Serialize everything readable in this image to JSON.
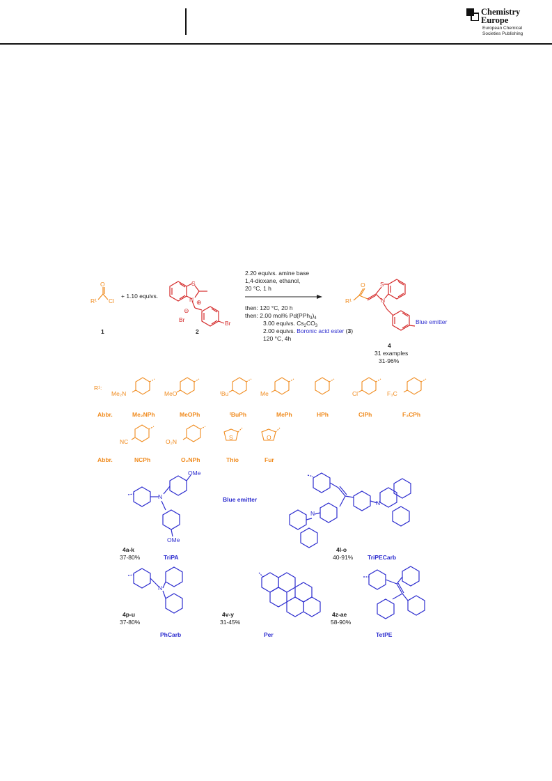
{
  "header": {
    "logo": {
      "name_line1": "Chemistry",
      "name_line2": "Europe",
      "subtitle_line1": "European Chemical",
      "subtitle_line2": "Societies Publishing"
    }
  },
  "scheme": {
    "reagent_1": {
      "label": "1",
      "r_label": "R¹",
      "o": "O",
      "cl": "Cl"
    },
    "plus_text": "+ 1.10 equivs.",
    "reagent_2": {
      "label": "2",
      "s": "S",
      "n": "N",
      "br_counter": "Br",
      "br_sub": "Br",
      "minus": "⊖",
      "plus": "⊕"
    },
    "conditions": {
      "line1": "2.20 equivs. amine base",
      "line2": "1,4-dioxane, ethanol,",
      "line3": "20 °C, 1 h",
      "line4": "then: 120 °C, 20 h",
      "line5_prefix": "then: 2.00 mol% Pd(PPh",
      "line5_sub3": "3",
      "line5_close": ")",
      "line5_sub4": "4",
      "line6_prefix": "3.00 equivs. Cs",
      "line6_sub2": "2",
      "line6_co": "CO",
      "line6_sub3": "3",
      "line7_prefix": "2.00 equivs.",
      "line7_blue": "Boronic acid ester",
      "line7_suffix_open": " (",
      "line7_bold": "3",
      "line7_suffix_close": ")",
      "line8": "120 °C, 4h"
    },
    "product": {
      "label": "4",
      "examples": "31 examples",
      "yield": "31-96%",
      "s": "S",
      "n": "N",
      "o": "O",
      "r": "R¹",
      "blue_emitter": "Blue emitter"
    }
  },
  "r1_panel": {
    "r1_label": "R¹:",
    "abbr_label": "Abbr.",
    "row1": [
      {
        "sub_text": "Me₂N",
        "abbr": "Me₂NPh"
      },
      {
        "sub_text": "MeO",
        "abbr": "MeOPh"
      },
      {
        "sub_text": "ᵗBu",
        "abbr": "ᵗBuPh"
      },
      {
        "sub_text": "Me",
        "abbr": "MePh"
      },
      {
        "sub_text": "",
        "abbr": "HPh"
      },
      {
        "sub_text": "Cl",
        "abbr": "ClPh"
      },
      {
        "sub_text": "F₃C",
        "abbr": "F₃CPh"
      }
    ],
    "row2": [
      {
        "sub_text": "NC",
        "abbr": "NCPh"
      },
      {
        "sub_text": "O₂N",
        "abbr": "O₂NPh"
      },
      {
        "sub_text": "S",
        "abbr": "Thio"
      },
      {
        "sub_text": "O",
        "abbr": "Fur"
      }
    ]
  },
  "emitters": {
    "title": "Blue emitter",
    "triPA": {
      "code": "4a-k",
      "yield": "37-80%",
      "abbr": "TriPA",
      "ome_top": "OMe",
      "ome_bottom": "OMe",
      "n": "N"
    },
    "triPECarb": {
      "code": "4l-o",
      "yield": "40-91%",
      "abbr": "TriPECarb",
      "n1": "N",
      "n2": "N"
    },
    "phCarb": {
      "code": "4p-u",
      "yield": "37-80%",
      "abbr": "PhCarb",
      "n": "N"
    },
    "per": {
      "code": "4v-y",
      "yield": "31-45%",
      "abbr": "Per"
    },
    "tetPE": {
      "code": "4z-ae",
      "yield": "58-90%",
      "abbr": "TetPE"
    }
  },
  "colors": {
    "orange": "#F08A1C",
    "red": "#D42A2A",
    "blue": "#2D2DCF",
    "black": "#222222"
  }
}
